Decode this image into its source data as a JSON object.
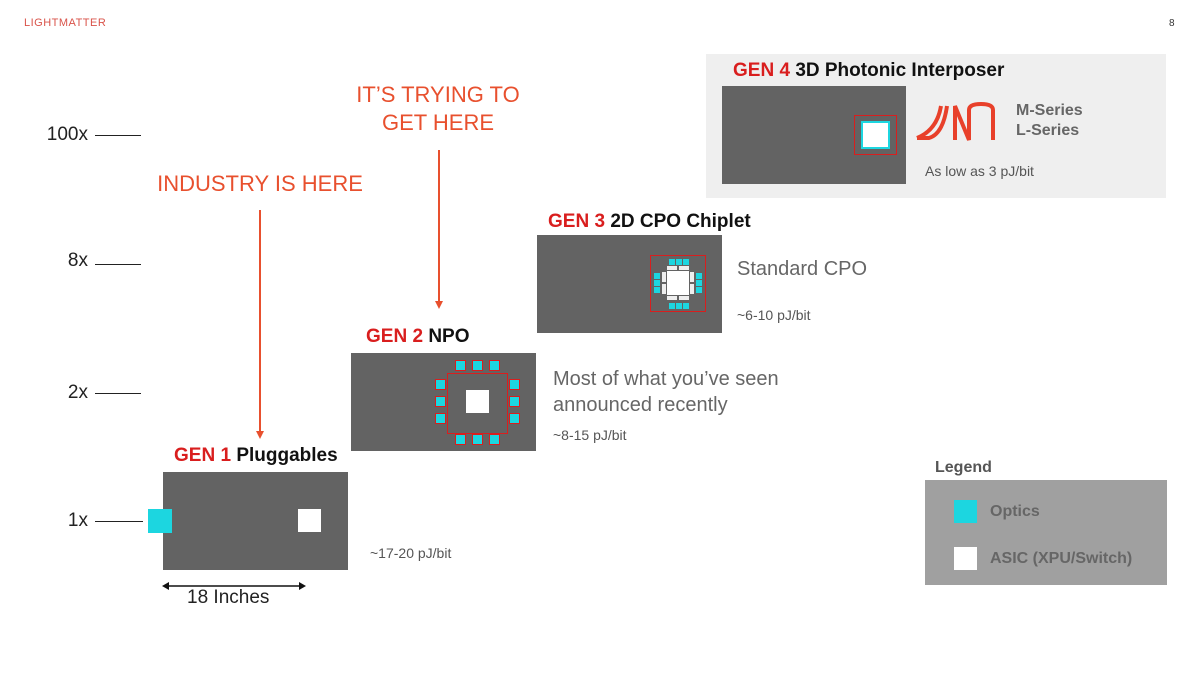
{
  "header": {
    "logo": "LIGHTMATTER",
    "page_number": "8"
  },
  "y_axis": [
    "100x",
    "8x",
    "2x",
    "1x"
  ],
  "annotations": {
    "trying": "IT’S TRYING TO GET HERE",
    "industry": "INDUSTRY IS HERE"
  },
  "gen1": {
    "gen": "GEN 1",
    "name": "Pluggables",
    "energy": "~17-20 pJ/bit",
    "dimension": "18 Inches"
  },
  "gen2": {
    "gen": "GEN 2",
    "name": "NPO",
    "description_line1": "Most of what you’ve seen",
    "description_line2": "announced recently",
    "energy": "~8-15 pJ/bit"
  },
  "gen3": {
    "gen": "GEN 3",
    "name": "2D CPO Chiplet",
    "description": "Standard CPO",
    "energy": "~6-10 pJ/bit"
  },
  "gen4": {
    "gen": "GEN 4",
    "name": "3D Photonic  Interposer",
    "logo": "LM",
    "series1": "M-Series",
    "series2": "L-Series",
    "energy": "As low as 3 pJ/bit"
  },
  "legend": {
    "title": "Legend",
    "items": [
      {
        "label": "Optics",
        "color": "#1cd6e0"
      },
      {
        "label": "ASIC (XPU/Switch)",
        "color": "#ffffff"
      }
    ]
  },
  "colors": {
    "accent": "#e8502e",
    "gen_red": "#d91e1e",
    "optics": "#1cd6e0",
    "box": "#636363"
  }
}
